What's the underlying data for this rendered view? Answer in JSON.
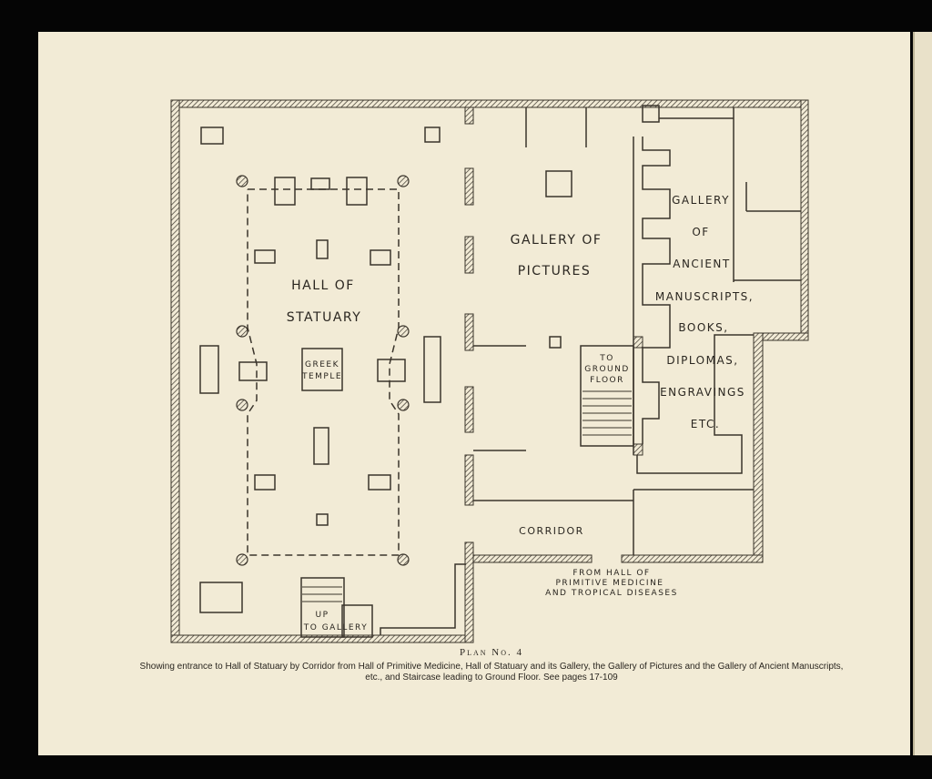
{
  "plan": {
    "rooms": {
      "hall_line1": "HALL OF",
      "hall_line2": "STATUARY",
      "temple_line1": "GREEK",
      "temple_line2": "TEMPLE",
      "pictures_line1": "GALLERY OF",
      "pictures_line2": "PICTURES",
      "stairs_line1": "TO",
      "stairs_line2": "GROUND",
      "stairs_line3": "FLOOR",
      "manuscripts": [
        "GALLERY",
        "OF",
        "ANCIENT",
        "MANUSCRIPTS,",
        "BOOKS,",
        "DIPLOMAS,",
        "ENGRAVINGS",
        "ETC."
      ],
      "corridor": "CORRIDOR",
      "from_line1": "FROM HALL OF",
      "from_line2": "PRIMITIVE MEDICINE",
      "from_line3": "AND TROPICAL DISEASES",
      "up_line1": "UP",
      "up_line2": "TO GALLERY"
    }
  },
  "caption": {
    "title": "Plan No. 4",
    "text": "Showing entrance to Hall of Statuary by Corridor from Hall of Primitive Medicine, Hall of Statuary and its Gallery, the Gallery of Pictures and the Gallery of Ancient Manuscripts, etc., and Staircase leading to Ground Floor.  See pages 17-109"
  }
}
